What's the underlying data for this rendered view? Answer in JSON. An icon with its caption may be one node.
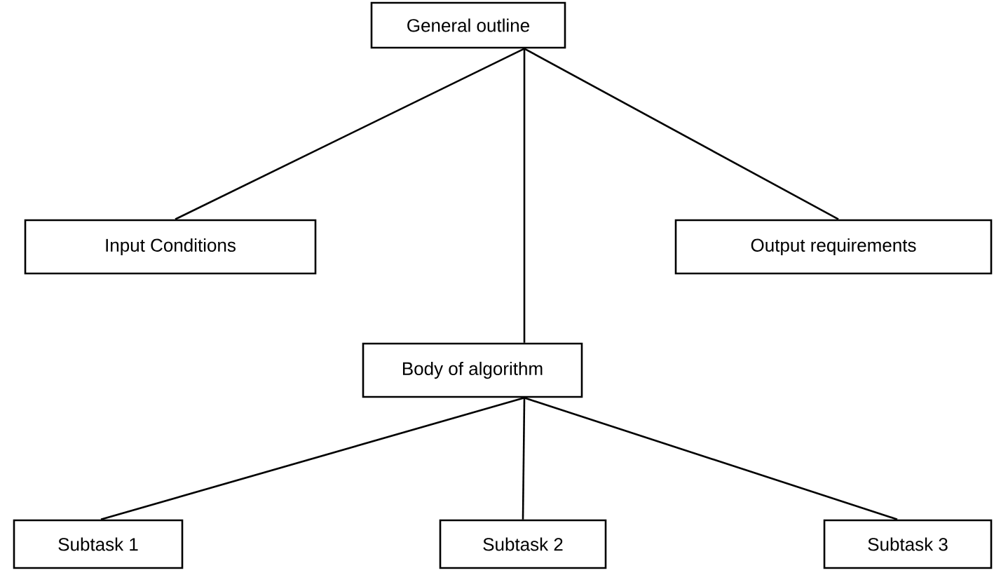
{
  "diagram": {
    "nodes": [
      {
        "text": [
          "General outline"
        ]
      },
      {
        "text": [
          "Input Conditions"
        ]
      },
      {
        "text": [
          "Output requirements"
        ]
      },
      {
        "text": [
          "Body of algorithm"
        ]
      },
      {
        "text": [
          "Subtask 1"
        ]
      },
      {
        "text": [
          "Subtask 2"
        ]
      },
      {
        "text": [
          "Subtask 3"
        ]
      }
    ],
    "edges": [
      {
        "from": 0,
        "to": 1,
        "arrow": "none"
      },
      {
        "from": 0,
        "to": 3,
        "arrow": "none"
      },
      {
        "from": 0,
        "to": 2,
        "arrow": "none"
      },
      {
        "from": 3,
        "to": 4,
        "arrow": "none"
      },
      {
        "from": 3,
        "to": 5,
        "arrow": "none"
      },
      {
        "from": 3,
        "to": 6,
        "arrow": "none"
      }
    ]
  }
}
